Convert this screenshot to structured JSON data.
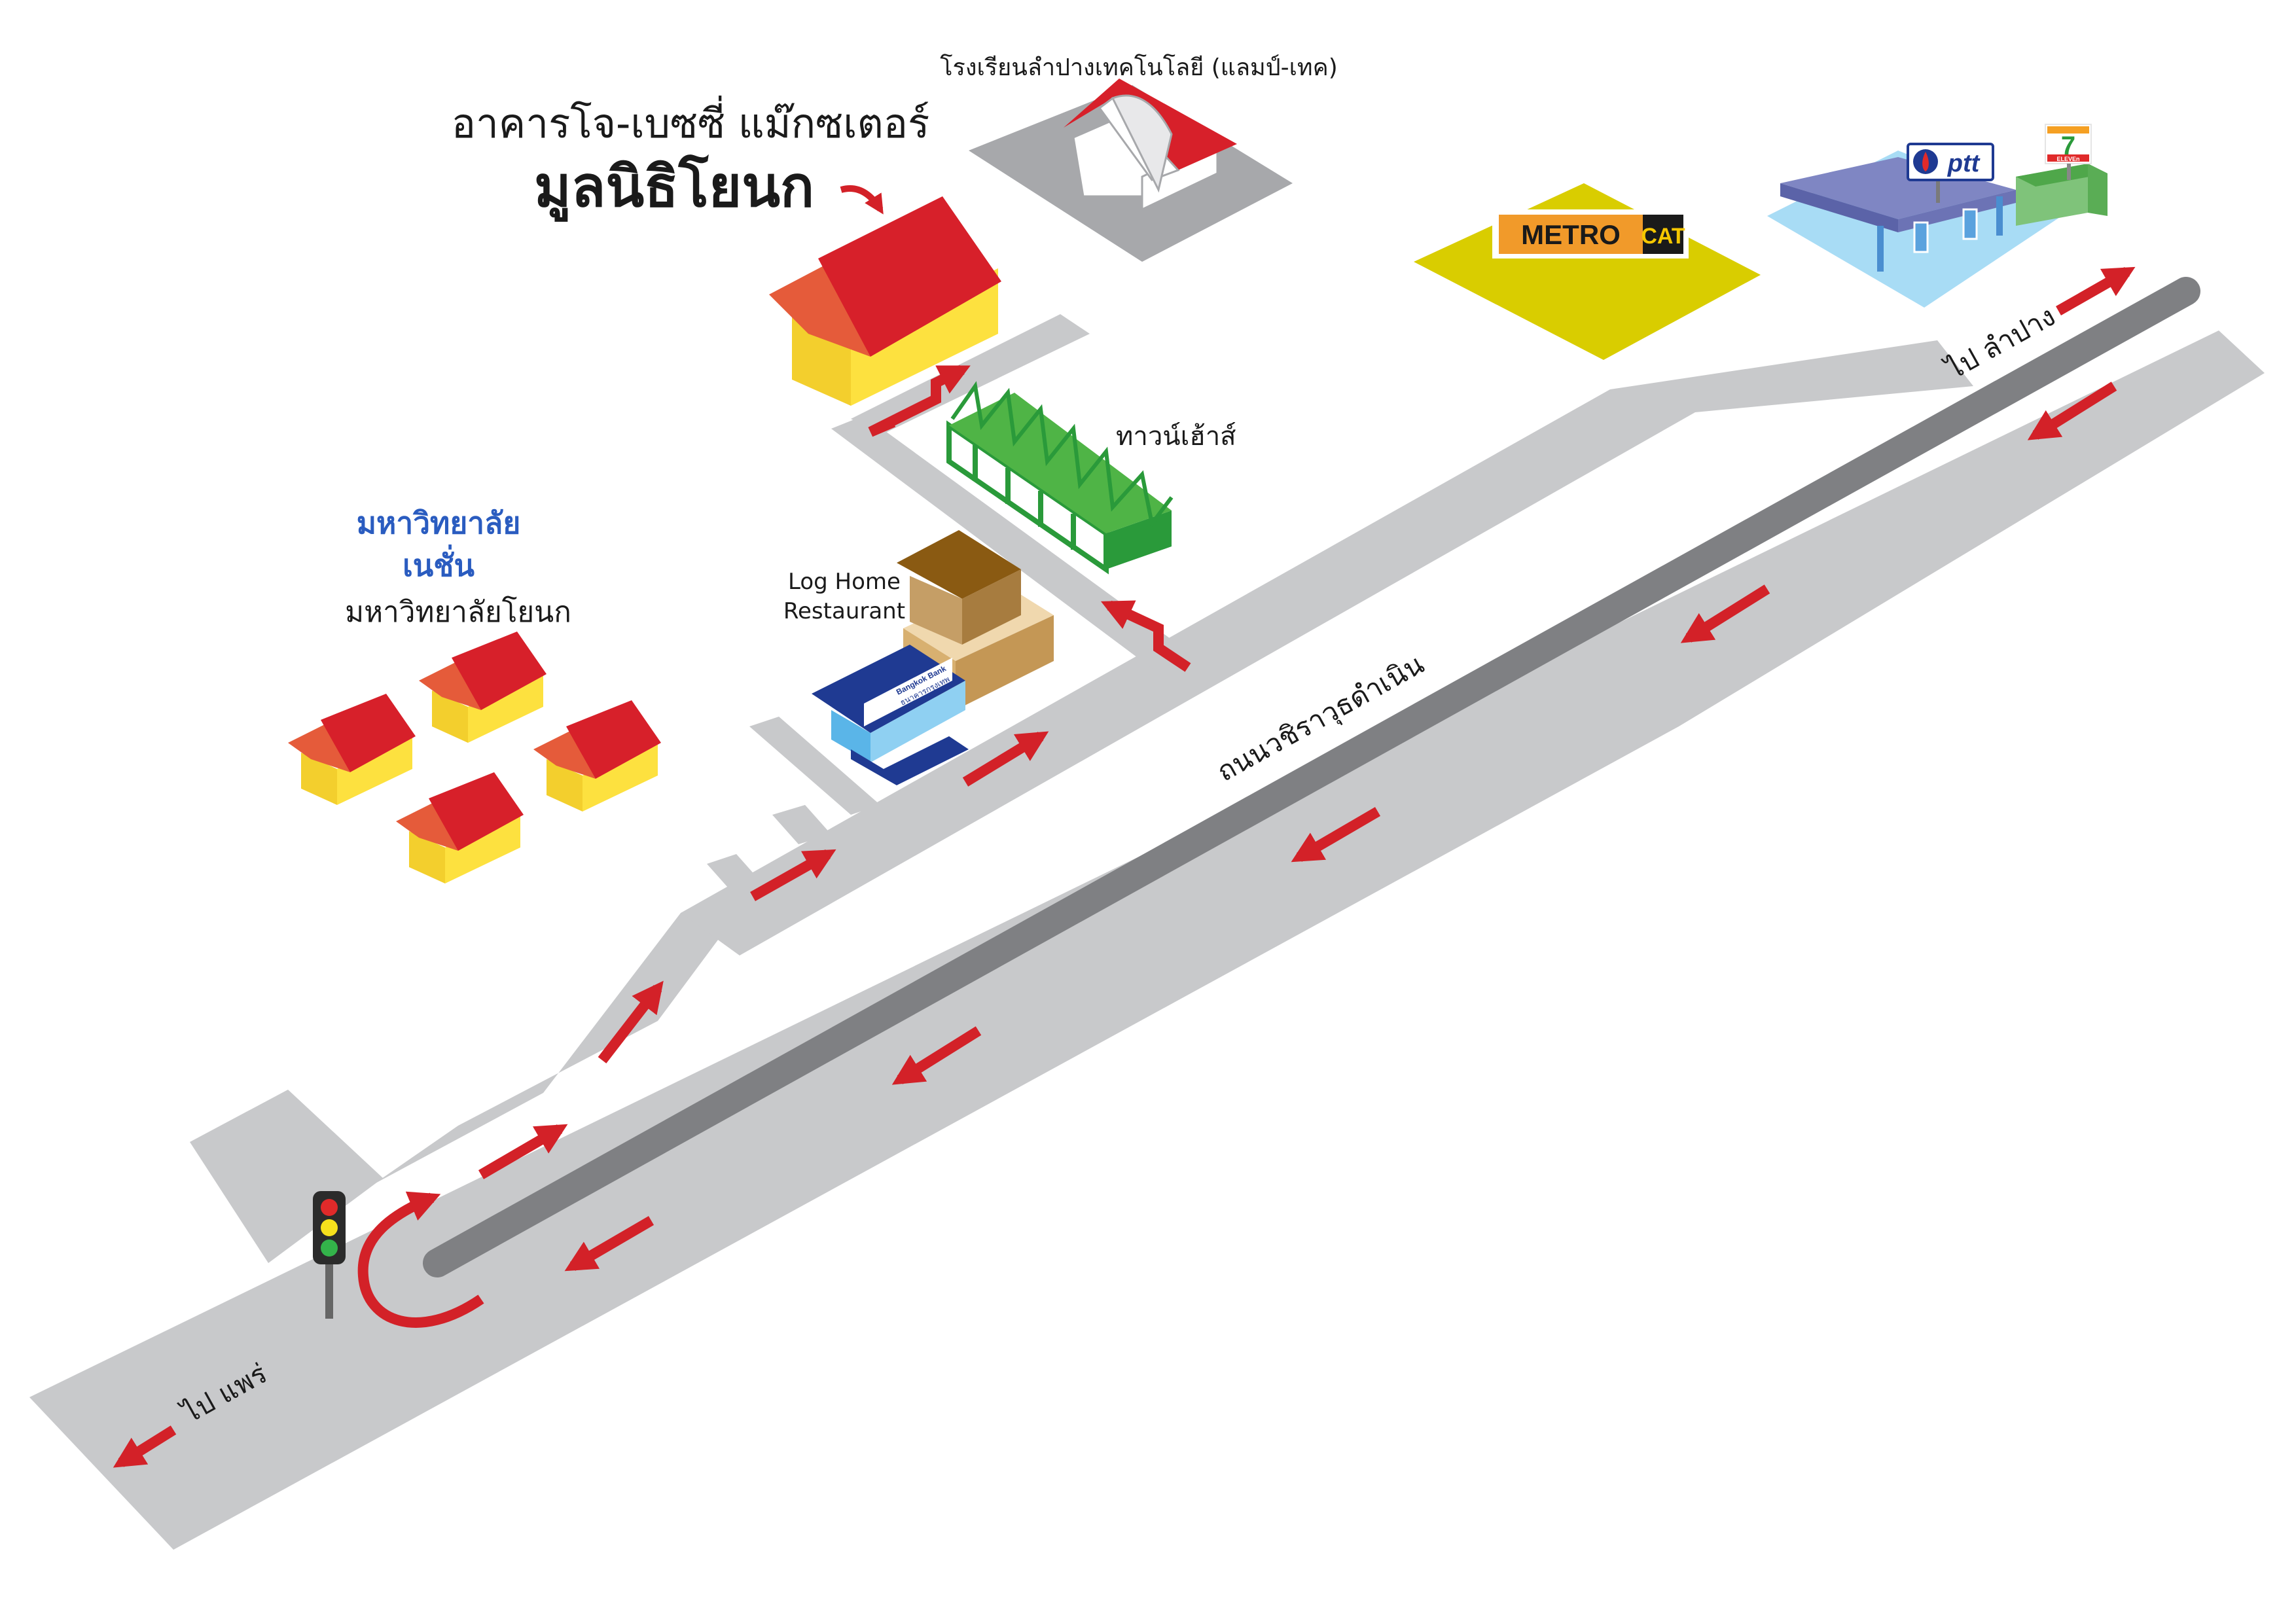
{
  "title": {
    "line1": "อาคารโจ-เบซซี่ แม๊กซเตอร์",
    "line2": "มูลนิธิโยนก"
  },
  "labels": {
    "school": "โรงเรียนลำปางเทคโนโลยี (แลมป์-เทค)",
    "townhouse": "ทาวน์เฮ้าส์",
    "restaurant_line1": "Log Home",
    "restaurant_line2": "Restaurant",
    "university_logo_line1": "มหาวิทยาลัย",
    "university_logo_line2": "เนชั่น",
    "university": "มหาวิทยาลัยโยนก",
    "road_name": "ถนนวชิราวุธดำเนิน",
    "to_phrae": "ไป แพร่",
    "to_lampang": "ไป ลำปาง"
  },
  "signs": {
    "metro": "METRO",
    "cat": "CAT",
    "ptt": "ptt",
    "seven_eleven": "7",
    "seven_eleven_sub": "ELEVEn",
    "bank_line1": "Bangkok Bank",
    "bank_line2": "ธนาคารกรุงเทพ"
  },
  "colors": {
    "road": "#c8c9cb",
    "median": "#7f8083",
    "arrow": "#d32128",
    "roof": "#d7202a",
    "wall": "#fde13f",
    "metro_lot": "#d9cd00",
    "ptt_lot": "#a8dcf5",
    "canopy": "#7f86c3",
    "bank": "#1e3f96"
  },
  "traffic_light": {
    "lamps": [
      "red",
      "yellow",
      "green"
    ]
  }
}
